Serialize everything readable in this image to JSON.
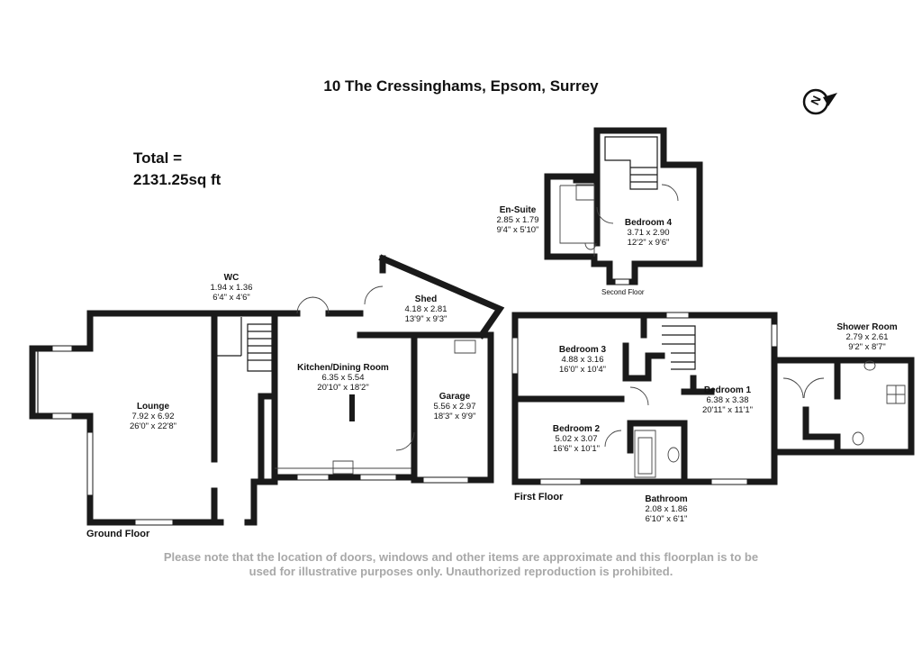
{
  "title": "10 The Cressinghams, Epsom, Surrey",
  "total": {
    "label": "Total =",
    "value": "2131.25sq ft"
  },
  "compass": {
    "letter": "N"
  },
  "floors": {
    "ground": "Ground Floor",
    "first": "First Floor",
    "second": "Second Floor"
  },
  "rooms": {
    "wc": {
      "name": "WC",
      "metric": "1.94 x 1.36",
      "imperial": "6'4\" x 4'6\""
    },
    "lounge": {
      "name": "Lounge",
      "metric": "7.92 x 6.92",
      "imperial": "26'0\" x 22'8\""
    },
    "kitchen": {
      "name": "Kitchen/Dining Room",
      "metric": "6.35 x 5.54",
      "imperial": "20'10\" x 18'2\""
    },
    "shed": {
      "name": "Shed",
      "metric": "4.18 x 2.81",
      "imperial": "13'9\" x 9'3\""
    },
    "garage": {
      "name": "Garage",
      "metric": "5.56 x 2.97",
      "imperial": "18'3\" x 9'9\""
    },
    "bedroom3": {
      "name": "Bedroom 3",
      "metric": "4.88 x 3.16",
      "imperial": "16'0\" x 10'4\""
    },
    "bedroom2": {
      "name": "Bedroom 2",
      "metric": "5.02 x 3.07",
      "imperial": "16'6\" x 10'1\""
    },
    "bedroom1": {
      "name": "Bedroom 1",
      "metric": "6.38 x 3.38",
      "imperial": "20'11\" x 11'1\""
    },
    "bathroom": {
      "name": "Bathroom",
      "metric": "2.08 x 1.86",
      "imperial": "6'10\" x 6'1\""
    },
    "shower": {
      "name": "Shower Room",
      "metric": "2.79 x 2.61",
      "imperial": "9'2\" x 8'7\""
    },
    "ensuite": {
      "name": "En-Suite",
      "metric": "2.85 x 1.79",
      "imperial": "9'4\" x 5'10\""
    },
    "bedroom4": {
      "name": "Bedroom 4",
      "metric": "3.71 x 2.90",
      "imperial": "12'2\" x 9'6\""
    }
  },
  "disclaimer": {
    "line1": "Please note that the location of doors, windows and other items are approximate and this floorplan is to be",
    "line2": "used for illustrative purposes only. Unauthorized reproduction is prohibited."
  }
}
